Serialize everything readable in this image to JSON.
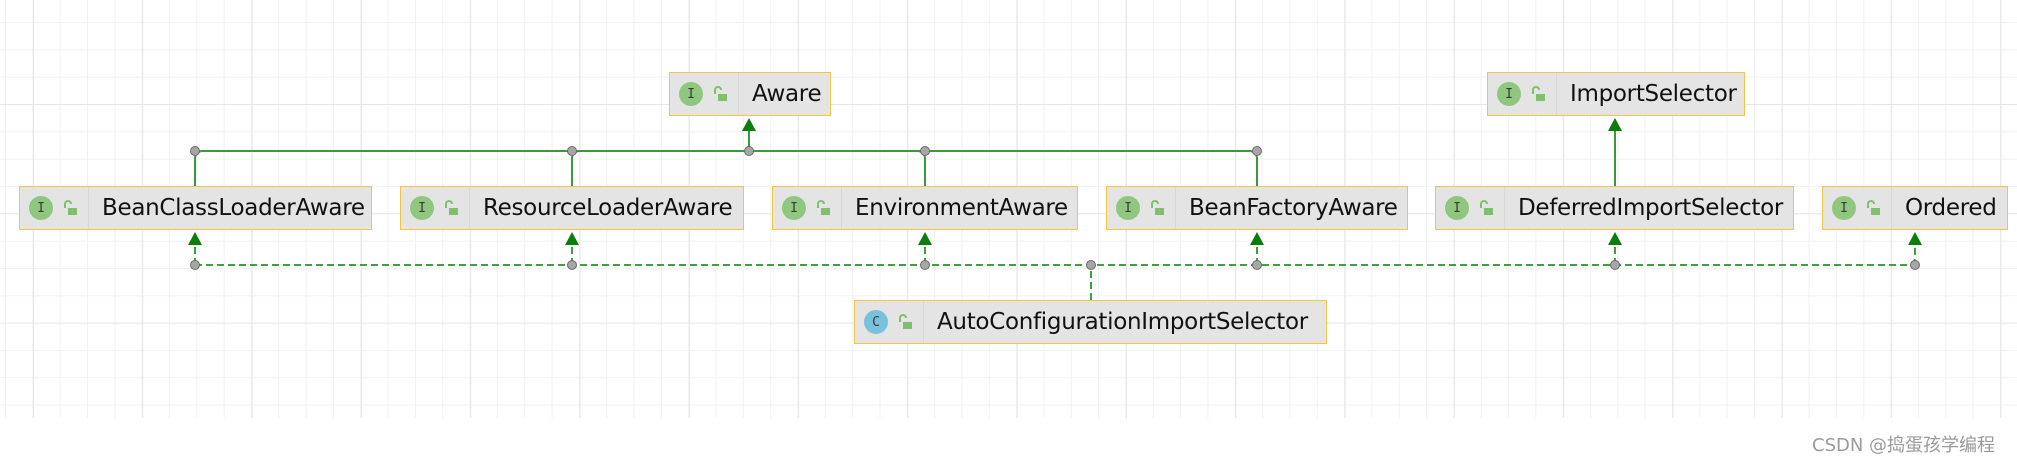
{
  "diagram": {
    "type": "uml-class-hierarchy",
    "colors": {
      "node_fill": "#e4e4e4",
      "node_border": "#f5c445",
      "interface_badge": "#8fc77f",
      "class_badge": "#79c2de",
      "edge_green": "#3a9a3a",
      "arrow_green": "#0a7d0a",
      "junction_gray": "#a0a0a0"
    },
    "nodes": [
      {
        "id": "aware",
        "label": "Aware",
        "kind": "I",
        "kind_name": "interface"
      },
      {
        "id": "importselector",
        "label": "ImportSelector",
        "kind": "I",
        "kind_name": "interface"
      },
      {
        "id": "beanclassloaderaware",
        "label": "BeanClassLoaderAware",
        "kind": "I",
        "kind_name": "interface"
      },
      {
        "id": "resourceloaderaware",
        "label": "ResourceLoaderAware",
        "kind": "I",
        "kind_name": "interface"
      },
      {
        "id": "environmentaware",
        "label": "EnvironmentAware",
        "kind": "I",
        "kind_name": "interface"
      },
      {
        "id": "beanfactoryaware",
        "label": "BeanFactoryAware",
        "kind": "I",
        "kind_name": "interface"
      },
      {
        "id": "deferredimportselector",
        "label": "DeferredImportSelector",
        "kind": "I",
        "kind_name": "interface"
      },
      {
        "id": "ordered",
        "label": "Ordered",
        "kind": "I",
        "kind_name": "interface"
      },
      {
        "id": "autoconfigurationimportselector",
        "label": "AutoConfigurationImportSelector",
        "kind": "C",
        "kind_name": "class"
      }
    ],
    "edges": [
      {
        "from": "BeanClassLoaderAware",
        "to": "Aware",
        "style": "solid",
        "relation": "extends"
      },
      {
        "from": "ResourceLoaderAware",
        "to": "Aware",
        "style": "solid",
        "relation": "extends"
      },
      {
        "from": "EnvironmentAware",
        "to": "Aware",
        "style": "solid",
        "relation": "extends"
      },
      {
        "from": "BeanFactoryAware",
        "to": "Aware",
        "style": "solid",
        "relation": "extends"
      },
      {
        "from": "DeferredImportSelector",
        "to": "ImportSelector",
        "style": "solid",
        "relation": "extends"
      },
      {
        "from": "AutoConfigurationImportSelector",
        "to": "BeanClassLoaderAware",
        "style": "dashed",
        "relation": "implements"
      },
      {
        "from": "AutoConfigurationImportSelector",
        "to": "ResourceLoaderAware",
        "style": "dashed",
        "relation": "implements"
      },
      {
        "from": "AutoConfigurationImportSelector",
        "to": "EnvironmentAware",
        "style": "dashed",
        "relation": "implements"
      },
      {
        "from": "AutoConfigurationImportSelector",
        "to": "BeanFactoryAware",
        "style": "dashed",
        "relation": "implements"
      },
      {
        "from": "AutoConfigurationImportSelector",
        "to": "DeferredImportSelector",
        "style": "dashed",
        "relation": "implements"
      },
      {
        "from": "AutoConfigurationImportSelector",
        "to": "Ordered",
        "style": "dashed",
        "relation": "implements"
      }
    ]
  },
  "watermark": "CSDN @捣蛋孩学编程"
}
